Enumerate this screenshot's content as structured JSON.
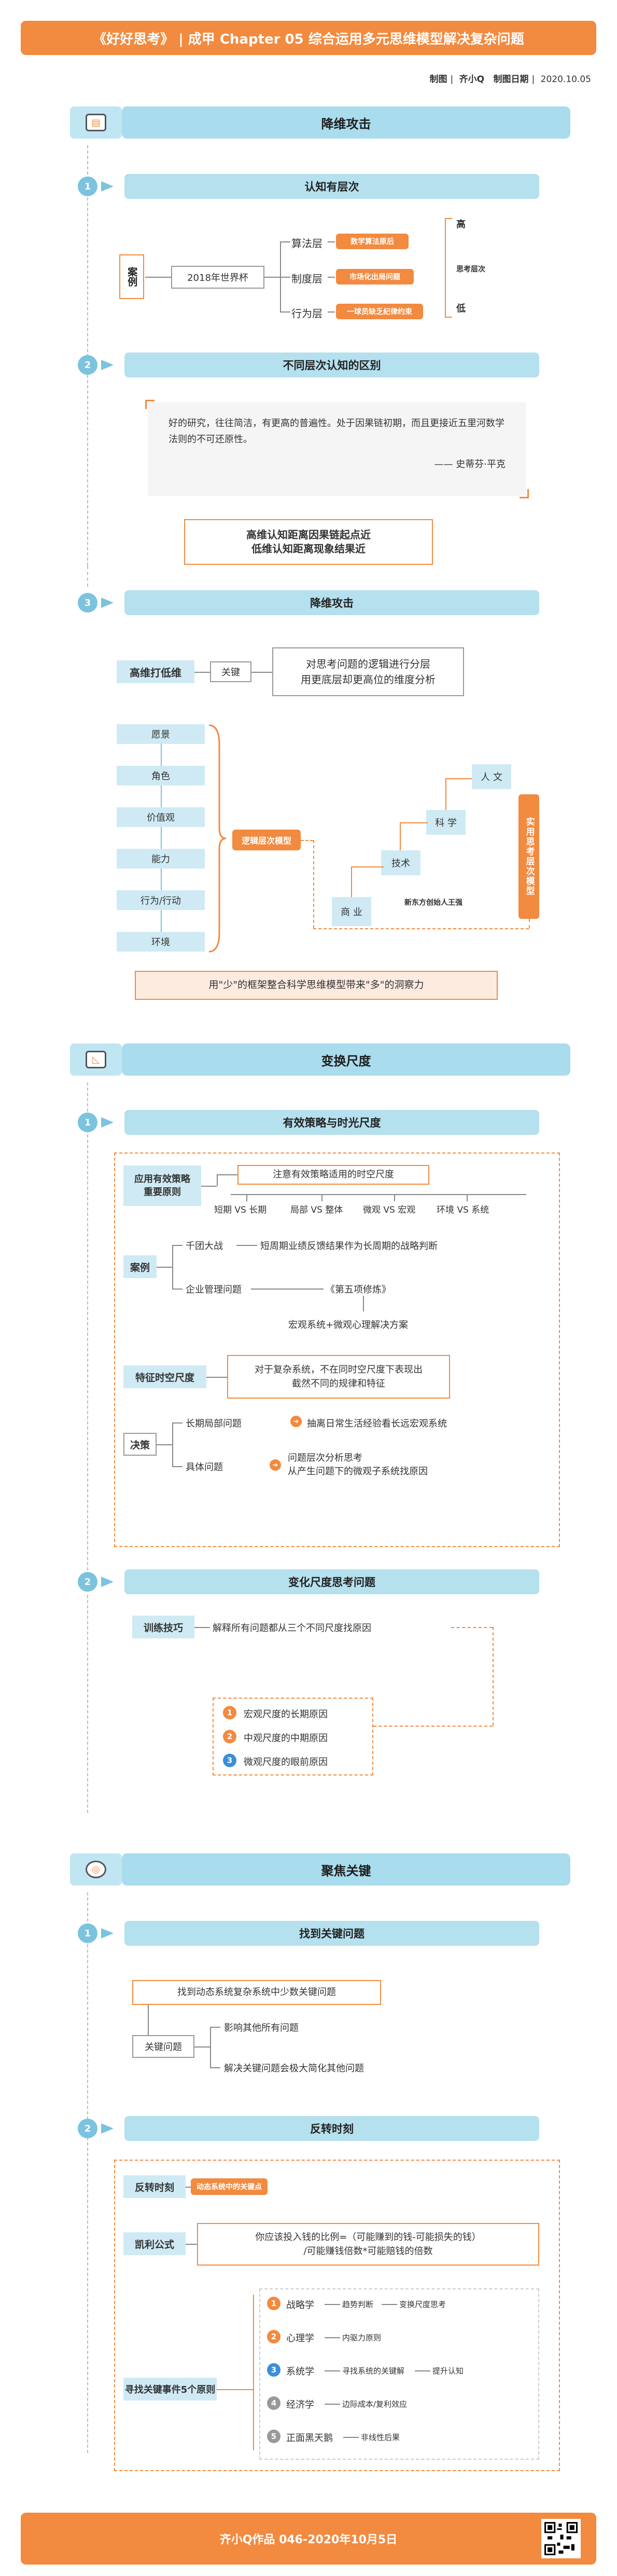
{
  "header": {
    "title": "《好好思考》 | 成甲  Chapter 05 综合运用多元思维模型解决复杂问题",
    "meta_label_1": "制图",
    "meta_value_1": "齐小Q",
    "meta_label_2": "制图日期",
    "meta_value_2": "2020.10.05"
  },
  "section1": {
    "title": "降维攻击",
    "sub1": {
      "num": "1",
      "title": "认知有层次",
      "case_label": "案例",
      "case_item": "2018年世界杯",
      "layers": [
        {
          "label": "算法层",
          "tag": "数学算法原后"
        },
        {
          "label": "制度层",
          "tag": "市场化出局问题"
        },
        {
          "label": "行为层",
          "tag": "一球员缺乏纪律约束"
        }
      ],
      "axis_top": "高",
      "axis_mid": "思考层次",
      "axis_bottom": "低"
    },
    "sub2": {
      "num": "2",
      "title": "不同层次认知的区别",
      "quote": "好的研究，往往简洁，有更高的普遍性。处于因果链初期，而且更接近五里河数学法则的不可还原性。",
      "quote_author": "—— 史蒂芬·平克",
      "summary_1": "高维认知距离因果链起点近",
      "summary_2": "低维认知距离现象结果近"
    },
    "sub3": {
      "num": "3",
      "title": "降维攻击",
      "left_label": "高维打低维",
      "key_label": "关键",
      "key_text_1": "对思考问题的逻辑进行分层",
      "key_text_2": "用更底层却更高位的维度分析",
      "levels": [
        "愿景",
        "角色",
        "价值观",
        "能力",
        "行为/行动",
        "环境"
      ],
      "model_label": "逻辑层次模型",
      "stairs": [
        "商 业",
        "技术",
        "科 学",
        "人 文"
      ],
      "stairs_note": "新东方创始人王强",
      "side_label": "实用思考层次模型",
      "conclusion": "用\"少\"的框架整合科学思维模型带来\"多\"的洞察力"
    }
  },
  "section2": {
    "title": "变换尺度",
    "sub1": {
      "num": "1",
      "title": "有效策略与时光尺度",
      "principle_label": "应用有效策略重要原则",
      "principle_text": "注意有效策略适用的时空尺度",
      "pairs": [
        "短期 VS 长期",
        "局部 VS 整体",
        "微观 VS 宏观",
        "环境 VS 系统"
      ],
      "case_label": "案例",
      "case_1_title": "千团大战",
      "case_1_text": "短周期业绩反馈结果作为长周期的战略判断",
      "case_2_title": "企业管理问题",
      "case_2_text": "《第五项修炼》",
      "case_2_sub": "宏观系统+微观心理解决方案",
      "feature_label": "特征时空尺度",
      "feature_text_1": "对于复杂系统，不在同时空尺度下表现出",
      "feature_text_2": "截然不同的规律和特征",
      "decision_label": "决策",
      "decision_1_title": "长期局部问题",
      "decision_1_text": "抽离日常生活经验看长远宏观系统",
      "decision_2_title": "具体问题",
      "decision_2_text_1": "问题层次分析思考",
      "decision_2_text_2": "从产生问题下的微观子系统找原因"
    },
    "sub2": {
      "num": "2",
      "title": "变化尺度思考问题",
      "skill_label": "训练技巧",
      "skill_text": "解释所有问题都从三个不同尺度找原因",
      "reasons": [
        {
          "n": "1",
          "text": "宏观尺度的长期原因",
          "color": "#f28a3f"
        },
        {
          "n": "2",
          "text": "中观尺度的中期原因",
          "color": "#f28a3f"
        },
        {
          "n": "3",
          "text": "微观尺度的眼前原因",
          "color": "#3a8fd8"
        }
      ]
    }
  },
  "section3": {
    "title": "聚焦关键",
    "sub1": {
      "num": "1",
      "title": "找到关键问题",
      "find_text": "找到动态系统复杂系统中少数关键问题",
      "key_label": "关键问题",
      "key_1": "影响其他所有问题",
      "key_2": "解决关键问题会极大简化其他问题"
    },
    "sub2": {
      "num": "2",
      "title": "反转时刻",
      "reverse_label": "反转时刻",
      "reverse_tag": "动态系统中的关键点",
      "kelly_label": "凯利公式",
      "kelly_text_1": "你应该投入钱的比例=（可能赚到的钱-可能损失的钱）",
      "kelly_text_2": "/可能赚钱倍数*可能赔钱的倍数",
      "principles_label": "寻找关键事件5个原则",
      "principles": [
        {
          "n": "1",
          "title": "战略学",
          "text_1": "趋势判断",
          "text_2": "变换尺度思考",
          "color": "#f28a3f"
        },
        {
          "n": "2",
          "title": "心理学",
          "text_1": "内驱力原则",
          "text_2": "",
          "color": "#f28a3f"
        },
        {
          "n": "3",
          "title": "系统学",
          "text_1": "寻找系统的关键解",
          "text_2": "提升认知",
          "color": "#3a8fd8"
        },
        {
          "n": "4",
          "title": "经济学",
          "text_1": "边际成本/复利效应",
          "text_2": "",
          "color": "#999999"
        },
        {
          "n": "5",
          "title": "正面黑天鹅",
          "text_1": "非线性后果",
          "text_2": "",
          "color": "#999999"
        }
      ]
    }
  },
  "footer": {
    "text": "齐小Q作品 046-2020年10月5日"
  },
  "colors": {
    "accent": "#f28a3f",
    "bar": "#a9dced",
    "sub_bar": "#b5e0ee",
    "number": "#7bc3df"
  }
}
